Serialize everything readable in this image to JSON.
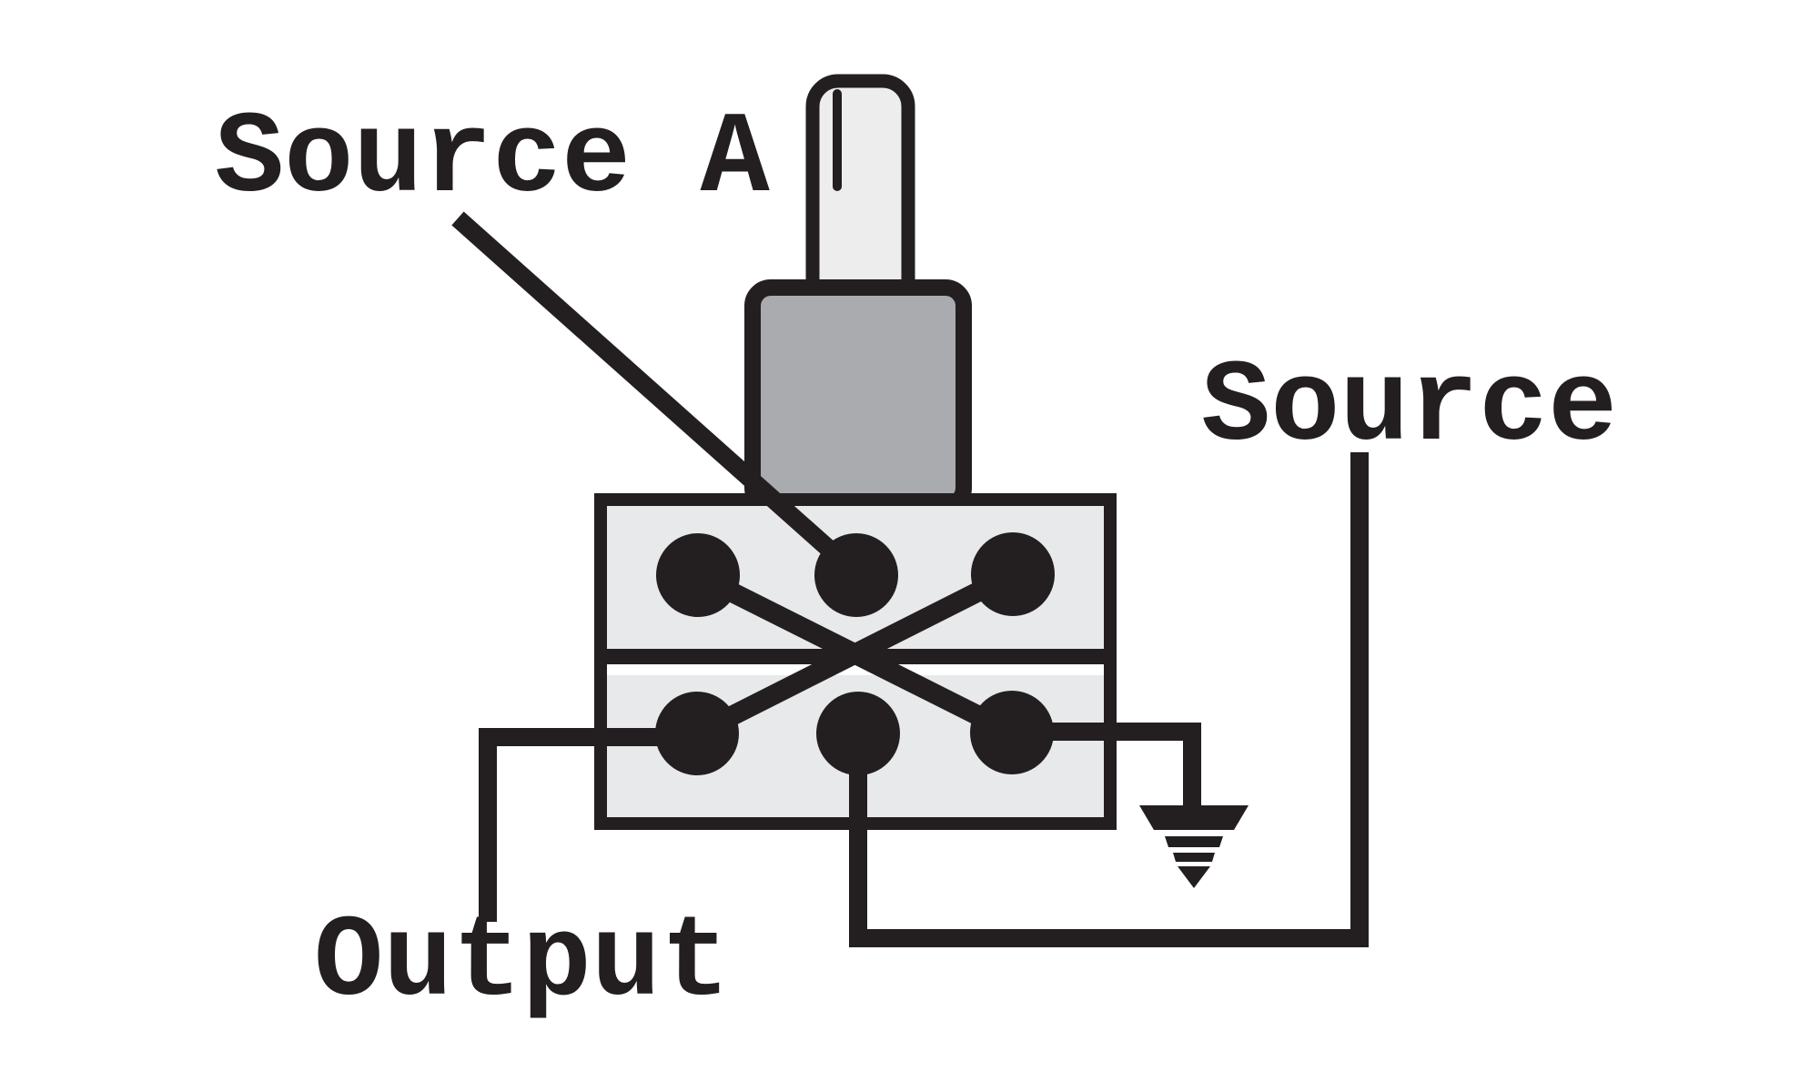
{
  "labels": {
    "source_a": "Source A",
    "source_b": "Source",
    "output": "Output"
  },
  "colors": {
    "ink": "#231f20",
    "switch_body_fill": "#e8e9ea",
    "bushing_fill": "#a9abae",
    "lever_fill": "#ededee",
    "background": "#ffffff"
  },
  "icons": [
    "toggle-lever-icon",
    "ground-icon"
  ],
  "switch": {
    "terminal_rows": 2,
    "terminal_cols": 3,
    "terminals": [
      "top-left",
      "top-middle",
      "top-right",
      "bottom-left",
      "bottom-middle",
      "bottom-right"
    ]
  },
  "connections": [
    {
      "from": "source_a_label",
      "to": "top-middle-terminal"
    },
    {
      "from": "top-left-terminal",
      "to": "bottom-right-terminal"
    },
    {
      "from": "top-right-terminal",
      "to": "bottom-left-terminal"
    },
    {
      "from": "bottom-left-terminal",
      "to": "output_label"
    },
    {
      "from": "bottom-middle-terminal",
      "to": "source_b_label"
    },
    {
      "from": "bottom-right-terminal",
      "to": "ground"
    }
  ]
}
